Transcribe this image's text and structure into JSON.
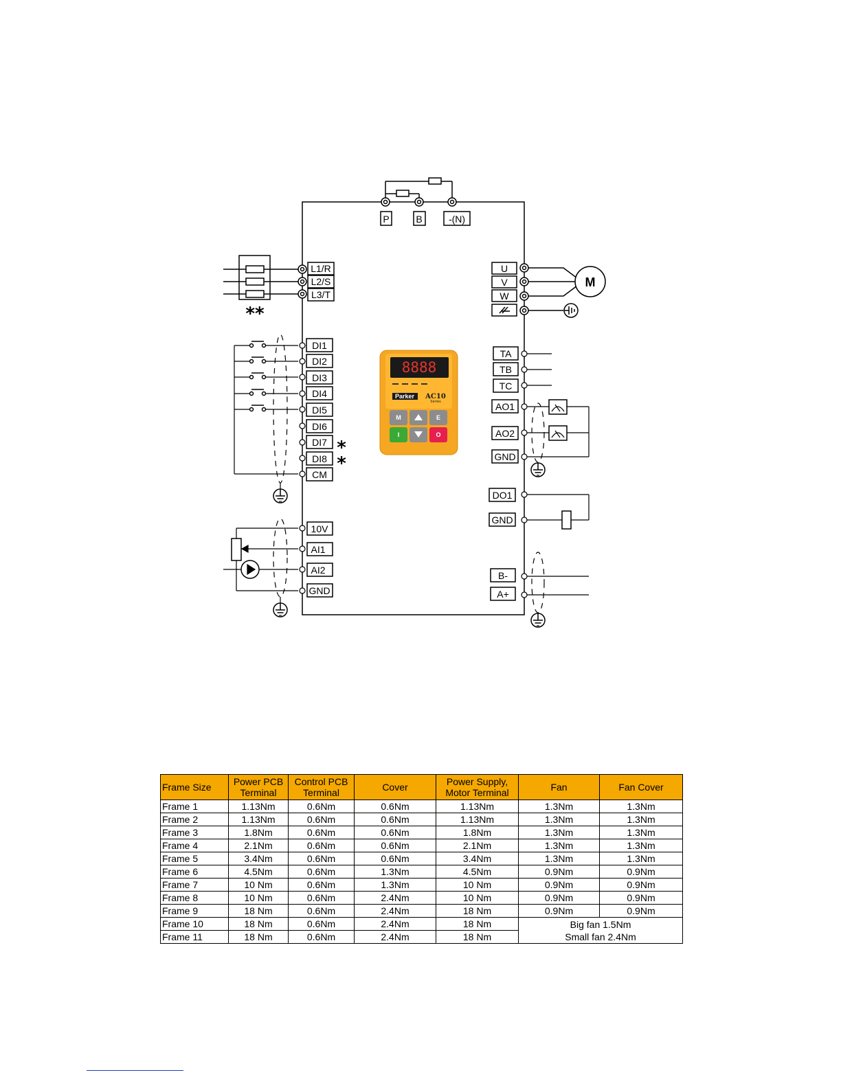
{
  "diagram": {
    "terminals": {
      "dc_bus": [
        "P",
        "B",
        "-(N)"
      ],
      "power_in": [
        "L1/R",
        "L2/S",
        "L3/T"
      ],
      "motor_out": [
        "U",
        "V",
        "W"
      ],
      "digital_in": [
        "DI1",
        "DI2",
        "DI3",
        "DI4",
        "DI5",
        "DI6",
        "DI7",
        "DI8",
        "CM"
      ],
      "analog_in": [
        "10V",
        "AI1",
        "AI2",
        "GND"
      ],
      "relay": [
        "TA",
        "TB",
        "TC"
      ],
      "analog_out": [
        "AO1",
        "AO2",
        "GND"
      ],
      "digital_out": [
        "DO1",
        "GND"
      ],
      "comms": [
        "B-",
        "A+"
      ]
    },
    "motor_label": "M",
    "fuse_note": "**",
    "di_note": "*",
    "keypad": {
      "display": "8888",
      "brand": "Parker",
      "model": "AC10",
      "series": "Series",
      "keys": [
        "M",
        "E",
        "I",
        "O"
      ]
    }
  },
  "table": {
    "headers": [
      "Frame Size",
      "Power PCB\nTerminal",
      "Control PCB\nTerminal",
      "Cover",
      "Power Supply,\nMotor Terminal",
      "Fan",
      "Fan Cover"
    ],
    "rows": [
      [
        "Frame 1",
        "1.13Nm",
        "0.6Nm",
        "0.6Nm",
        "1.13Nm",
        "1.3Nm",
        "1.3Nm"
      ],
      [
        "Frame 2",
        "1.13Nm",
        "0.6Nm",
        "0.6Nm",
        "1.13Nm",
        "1.3Nm",
        "1.3Nm"
      ],
      [
        "Frame 3",
        "1.8Nm",
        "0.6Nm",
        "0.6Nm",
        "1.8Nm",
        "1.3Nm",
        "1.3Nm"
      ],
      [
        "Frame 4",
        "2.1Nm",
        "0.6Nm",
        "0.6Nm",
        "2.1Nm",
        "1.3Nm",
        "1.3Nm"
      ],
      [
        "Frame 5",
        "3.4Nm",
        "0.6Nm",
        "0.6Nm",
        "3.4Nm",
        "1.3Nm",
        "1.3Nm"
      ],
      [
        "Frame 6",
        "4.5Nm",
        "0.6Nm",
        "1.3Nm",
        "4.5Nm",
        "0.9Nm",
        "0.9Nm"
      ],
      [
        "Frame 7",
        "10 Nm",
        "0.6Nm",
        "1.3Nm",
        "10 Nm",
        "0.9Nm",
        "0.9Nm"
      ],
      [
        "Frame 8",
        "10 Nm",
        "0.6Nm",
        "2.4Nm",
        "10 Nm",
        "0.9Nm",
        "0.9Nm"
      ],
      [
        "Frame 9",
        "18 Nm",
        "0.6Nm",
        "2.4Nm",
        "18 Nm",
        "0.9Nm",
        "0.9Nm"
      ],
      [
        "Frame 10",
        "18 Nm",
        "0.6Nm",
        "2.4Nm",
        "18 Nm"
      ],
      [
        "Frame 11",
        "18 Nm",
        "0.6Nm",
        "2.4Nm",
        "18 Nm"
      ]
    ],
    "merged_fan": [
      "Big fan 1.5Nm",
      "Small fan 2.4Nm"
    ]
  },
  "colors": {
    "header_fill": "#f5a800",
    "keypad_body": "#f5a623",
    "key_green": "#3aa935",
    "key_red": "#e5204f",
    "key_gray": "#8c8c8c",
    "display_digits": "#e8342a"
  }
}
